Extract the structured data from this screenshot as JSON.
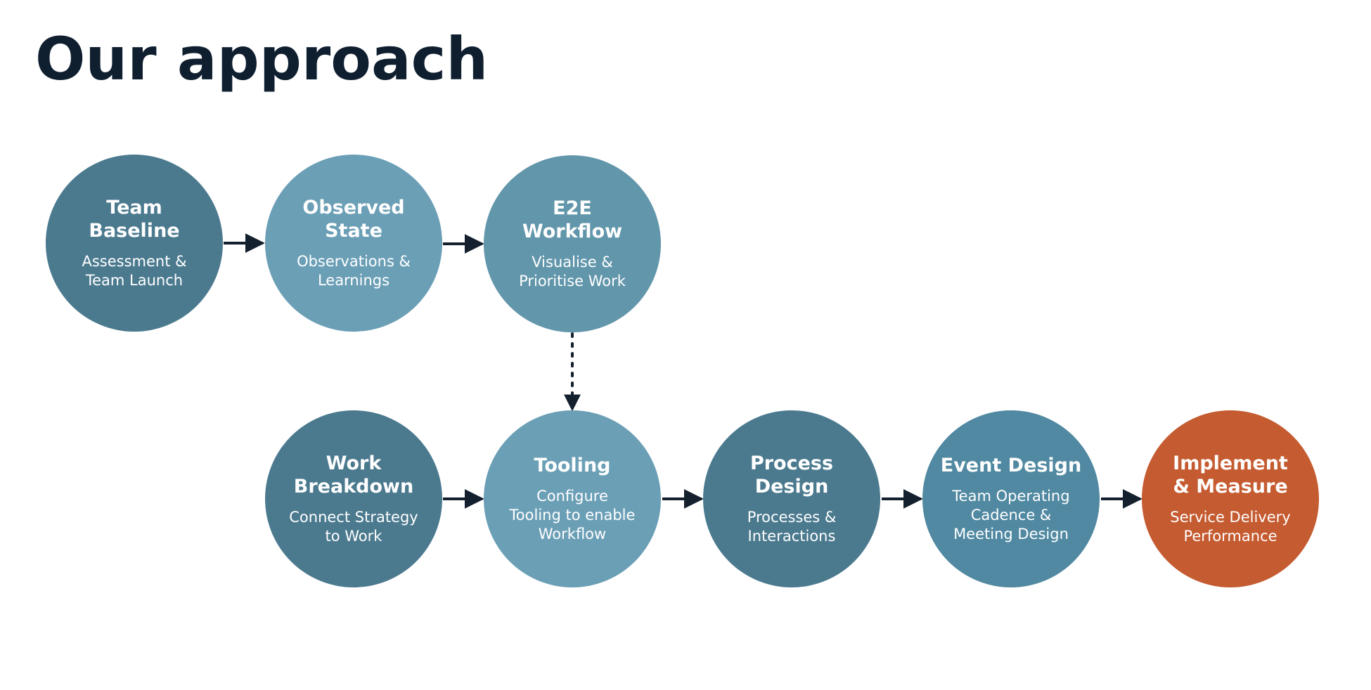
{
  "page": {
    "title": "Our approach"
  },
  "colors": {
    "title_text": "#0f1f30",
    "dark_teal": "#4b7a8f",
    "light_teal": "#6b9fb6",
    "mid_teal": "#6296ab",
    "event_teal": "#5089a1",
    "orange": "#c55b30",
    "arrow": "#14202d"
  },
  "steps": [
    {
      "id": "team-baseline",
      "title": "Team\nBaseline",
      "subtitle": "Assessment &\nTeam Launch",
      "color": "#4b7a8f"
    },
    {
      "id": "observed-state",
      "title": "Observed\nState",
      "subtitle": "Observations &\nLearnings",
      "color": "#6b9fb6"
    },
    {
      "id": "e2e-workflow",
      "title": "E2E\nWorkflow",
      "subtitle": "Visualise &\nPrioritise Work",
      "color": "#6296ab"
    },
    {
      "id": "work-breakdown",
      "title": "Work\nBreakdown",
      "subtitle": "Connect Strategy\nto Work",
      "color": "#4b7a8f"
    },
    {
      "id": "tooling",
      "title": "Tooling",
      "subtitle": "Configure\nTooling to enable\nWorkflow",
      "color": "#6b9fb6"
    },
    {
      "id": "process-design",
      "title": "Process\nDesign",
      "subtitle": "Processes &\nInteractions",
      "color": "#4b7a8f"
    },
    {
      "id": "event-design",
      "title": "Event Design",
      "subtitle": "Team Operating\nCadence &\nMeeting Design",
      "color": "#5089a1"
    },
    {
      "id": "implement-measure",
      "title": "Implement\n& Measure",
      "subtitle": "Service Delivery\nPerformance",
      "color": "#c55b30"
    }
  ]
}
